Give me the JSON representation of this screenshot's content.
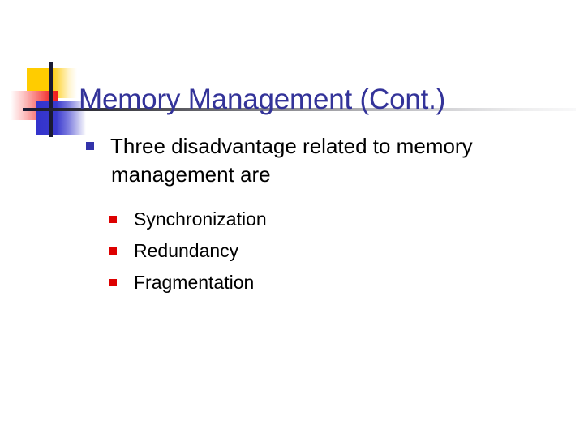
{
  "slide": {
    "title": "Memory Management (Cont.)",
    "title_color": "#333399",
    "background_color": "#FFFFFF",
    "body_text_color": "#000000",
    "bullets": [
      {
        "level": 1,
        "marker": "blue-square-bullet",
        "marker_color": "#3333AA",
        "text": "Three disadvantage related to memory management are"
      },
      {
        "level": 2,
        "marker": "red-square-bullet",
        "marker_color": "#DD0000",
        "text": "Synchronization"
      },
      {
        "level": 2,
        "marker": "red-square-bullet",
        "marker_color": "#DD0000",
        "text": "Redundancy"
      },
      {
        "level": 2,
        "marker": "red-square-bullet",
        "marker_color": "#DD0000",
        "text": "Fragmentation"
      }
    ],
    "decoration": {
      "name": "slide-design-logo",
      "yellow_color": "#FFCC00",
      "red_color": "#F01B1B",
      "blue_color": "#3333CC",
      "rule_color": "#1A1A33"
    }
  }
}
